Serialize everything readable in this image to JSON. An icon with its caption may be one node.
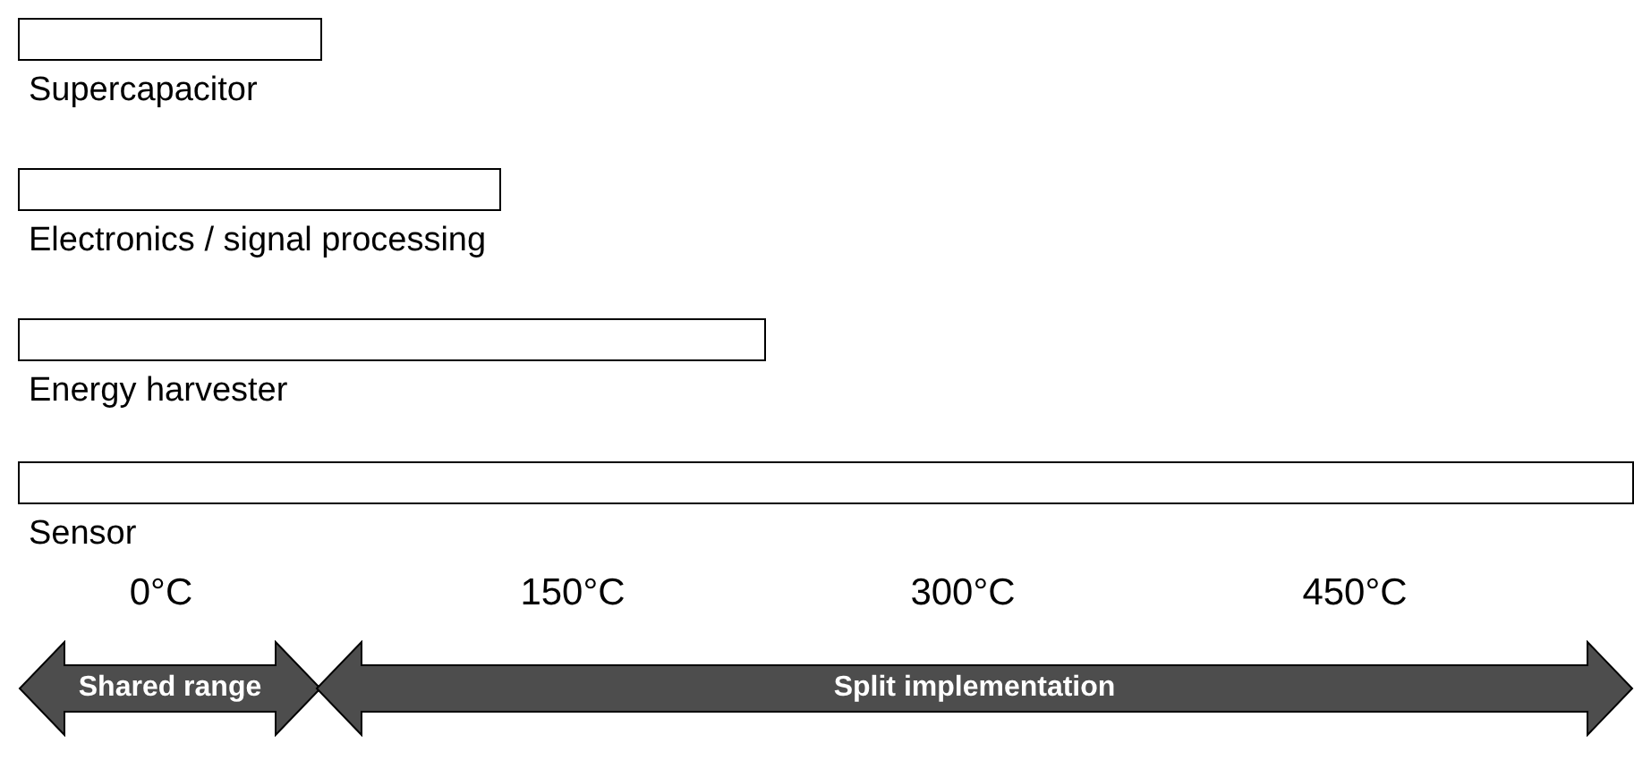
{
  "diagram": {
    "nodes": [
      {
        "text": [
          "Supercapacitor"
        ]
      },
      {
        "text": [
          "Electronics / signal processing"
        ]
      },
      {
        "text": [
          "Energy harvester"
        ]
      },
      {
        "text": [
          "Sensor"
        ]
      },
      {
        "text": [
          "Shared range"
        ]
      },
      {
        "text": [
          "Split implementation"
        ]
      }
    ],
    "labels": [
      "0°C",
      "150°C",
      "300°C",
      "450°C"
    ]
  }
}
